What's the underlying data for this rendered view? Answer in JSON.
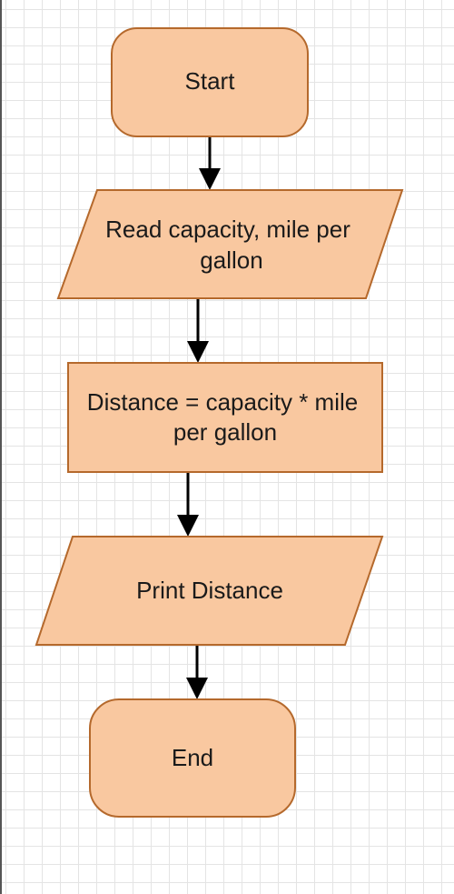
{
  "colors": {
    "node_fill": "#f9c8a0",
    "node_stroke": "#b5692c",
    "arrow": "#000000",
    "grid": "#e4e4e4"
  },
  "nodes": {
    "start": {
      "shape": "terminator",
      "text": "Start"
    },
    "read_input": {
      "shape": "parallelogram",
      "line1": "Read capacity, mile per",
      "line2": "gallon"
    },
    "compute_distance": {
      "shape": "process",
      "line1": "Distance = capacity * mile",
      "line2": "per gallon"
    },
    "print_output": {
      "shape": "parallelogram",
      "text": "Print Distance"
    },
    "end": {
      "shape": "terminator",
      "text": "End"
    }
  }
}
